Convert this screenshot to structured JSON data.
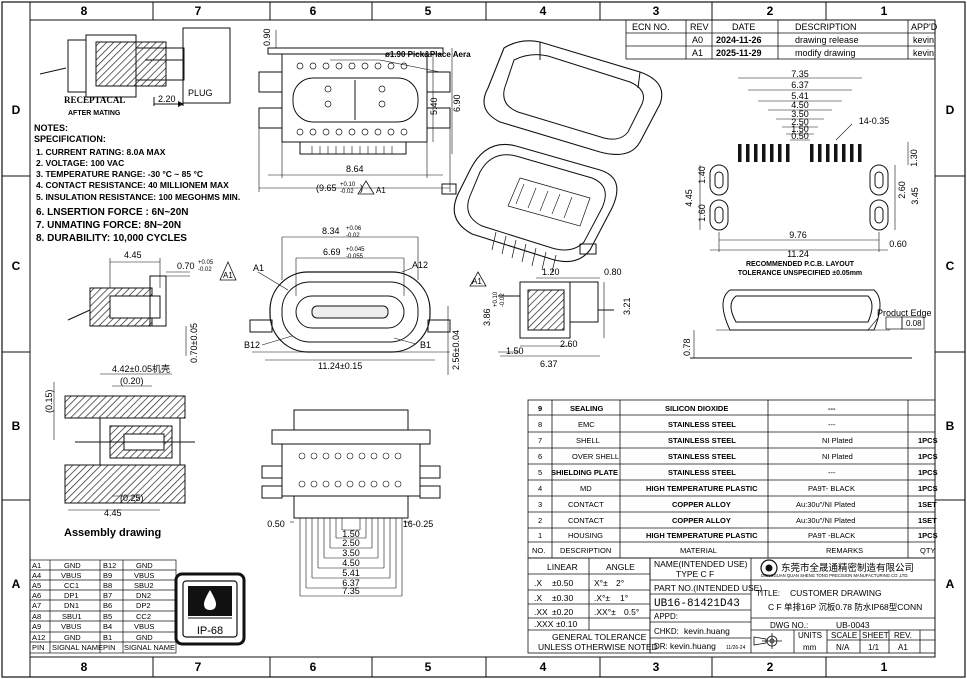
{
  "frame": {
    "cols": [
      "8",
      "7",
      "6",
      "5",
      "4",
      "3",
      "2",
      "1"
    ],
    "rows": [
      "D",
      "C",
      "B",
      "A"
    ]
  },
  "revisions": {
    "headers": [
      "ECN NO.",
      "REV",
      "DATE",
      "DESCRIPTION",
      "APP'D"
    ],
    "rows": [
      {
        "ecn": "",
        "rev": "A0",
        "date": "2024-11-26",
        "desc": "drawing release",
        "app": "kevin"
      },
      {
        "ecn": "",
        "rev": "A1",
        "date": "2025-11-29",
        "desc": "modify drawing",
        "app": "kevin"
      }
    ]
  },
  "mating": {
    "receptacal": "RECEPTACAL",
    "after": "AFTER MATING",
    "plug": "PLUG",
    "dim": "2.20"
  },
  "notes": {
    "title": "NOTES:",
    "spec": "SPECIFICATION:",
    "items": [
      "1. CURRENT RATING: 8.0A MAX",
      "2. VOLTAGE: 100 VAC",
      "3. TEMPERATURE RANGE: -30 °C ~ 85 °C",
      "4. CONTACT RESISTANCE: 40 MILLIONEM MAX",
      "5. INSULATION RESISTANCE: 100 MEGOHMS MIN.",
      "6. LNSERTION FORCE : 6N~20N",
      "7. UNMATING FORCE: 8N~20N",
      "8. DURABILITY:   10,000 CYCLES"
    ]
  },
  "top_view": {
    "d090": "0.90",
    "pick": "ø1.90 Pick&Place Aera",
    "d540": "5.40",
    "d690": "6.90",
    "d864": "8.64",
    "d965": "(9.65",
    "tol_up": "+0.10",
    "tol_dn": "-0.02",
    "close": ")",
    "datum": "A1"
  },
  "front_view": {
    "w834": "8.34",
    "w834_up": "+0.06",
    "w834_dn": "-0.02",
    "w669": "6.69",
    "w669_up": "+0.045",
    "w669_dn": "-0.055",
    "a1": "A1",
    "a12": "A12",
    "b12": "B12",
    "b1": "B1",
    "w1124": "11.24±0.15",
    "h256": "2.56±0.04",
    "h070": "0.70±0.05",
    "a1tri": "A1",
    "d070": "0.70",
    "d070_up": "+0.05",
    "d070_dn": "-0.02"
  },
  "side_view": {
    "d445": "4.45"
  },
  "assembly": {
    "d442": "4.42±0.05机壳",
    "d020": "(0.20)",
    "d015": "(0.15)",
    "d025": "(0.25)",
    "d445": "4.45",
    "caption": "Assembly drawing"
  },
  "right_side": {
    "d386": "3.86",
    "d386_up": "+0.10",
    "d386_dn": "-0.02",
    "a1tri": "A1",
    "d120": "1.20",
    "d080": "0.80",
    "d321": "3.21",
    "d150": "1.50",
    "d260": "2.60",
    "d637": "6.37"
  },
  "pcb": {
    "dims": [
      "7.35",
      "6.37",
      "5.41",
      "4.50",
      "3.50",
      "2.50",
      "1.50",
      "0.50"
    ],
    "pins": "14-0.35",
    "d130": "1.30",
    "d140": "1.40",
    "d160": "1.60",
    "d445": "4.45",
    "d260": "2.60",
    "d345": "3.45",
    "d976": "9.76",
    "d1124": "11.24",
    "d060": "0.60",
    "layout": "RECOMMENDED P.C.B. LAYOUT",
    "tol": "TOLERANCE UNSPECIFIED ±0.05mm"
  },
  "product_edge": {
    "label": "Product Edge",
    "tol": "0.08",
    "d078": "0.78"
  },
  "bottom_view": {
    "dims": [
      "1.50",
      "2.50",
      "3.50",
      "4.50",
      "5.41",
      "6.37",
      "7.35"
    ],
    "d050": "0.50",
    "pins": "16-0.25"
  },
  "bom": {
    "rows": [
      {
        "no": "9",
        "desc": "SEALING",
        "mat": "SILICON DIOXIDE",
        "rem": "---",
        "qty": ""
      },
      {
        "no": "8",
        "desc": "EMC",
        "mat": "STAINLESS STEEL",
        "rem": "---",
        "qty": ""
      },
      {
        "no": "7",
        "desc": "SHELL",
        "mat": "STAINLESS STEEL",
        "rem": "NI Plated",
        "qty": "1PCS"
      },
      {
        "no": "6",
        "desc": "OVER SHELL",
        "mat": "STAINLESS STEEL",
        "rem": "NI Plated",
        "qty": "1PCS"
      },
      {
        "no": "5",
        "desc": "SHIELDING PLATE",
        "mat": "STAINLESS STEEL",
        "rem": "---",
        "qty": "1PCS"
      },
      {
        "no": "4",
        "desc": "MD",
        "mat": "HIGH TEMPERATURE PLASTIC",
        "rem": "PA9T- BLACK",
        "qty": "1PCS"
      },
      {
        "no": "3",
        "desc": "CONTACT",
        "mat": "COPPER ALLOY",
        "rem": "Au:30u\"/NI Plated",
        "qty": "1SET"
      },
      {
        "no": "2",
        "desc": "CONTACT",
        "mat": "COPPER ALLOY",
        "rem": "Au:30u\"/NI Plated",
        "qty": "1SET"
      },
      {
        "no": "1",
        "desc": "HOUSING",
        "mat": "HIGH TEMPERATURE PLASTIC",
        "rem": "PA9T -BLACK",
        "qty": "1PCS"
      }
    ],
    "header": {
      "no": "NO.",
      "desc": "DESCRIPTION",
      "mat": "MATERIAL",
      "rem": "REMARKS",
      "qty": "QTY"
    }
  },
  "tolerance": {
    "linear": "LINEAR",
    "angle": "ANGLE",
    "rows": [
      {
        "l": ".X",
        "lv": "±0.50",
        "a": "X°±",
        "av": "2°"
      },
      {
        "l": ".X",
        "lv": "±0.30",
        "a": ".X°±",
        "av": "1°"
      },
      {
        "l": ".XX",
        "lv": "±0.20",
        "a": ".XX°±",
        "av": "0.5°"
      },
      {
        "l": ".XXX",
        "lv": "±0.10",
        "a": "",
        "av": ""
      }
    ],
    "general": "GENERAL TOLERANCE",
    "unless": "UNLESS OTHERWISE NOTED"
  },
  "title_block": {
    "name_lbl": "NAME(INTENDED USE)",
    "type": "TYPE C F",
    "part_lbl": "PART NO.(INTENDED USE)",
    "part": "UB16-81421D43",
    "appd": "APPD:",
    "chkd": "CHKD:",
    "chkd_v": "kevin.huang",
    "dr": "DR:",
    "dr_v": "kevin.huang",
    "dr_date": "11/26-24",
    "company_cn": "东莞市全晟通精密制造有限公司",
    "company_en": "DONGGUAN QUAN SHENG TONG PRECISION MANUFACTURING CO.,LTD.",
    "title_lbl": "TITLE:",
    "title": "CUSTOMER DRAWING",
    "title_cn": "C F 单排16P 沉板0.78 防水IP68型CONN",
    "dwg_lbl": "DWG NO.:",
    "dwg": "UB-0043",
    "units_lbl": "UNITS",
    "units": "mm",
    "scale_lbl": "SCALE",
    "scale": "N/A",
    "sheet_lbl": "SHEET",
    "sheet": "1/1",
    "rev_lbl": "REV.",
    "rev": "A1"
  },
  "pin_table": {
    "rows": [
      [
        "A1",
        "GND",
        "B12",
        "GND"
      ],
      [
        "A4",
        "VBUS",
        "B9",
        "VBUS"
      ],
      [
        "A5",
        "CC1",
        "B8",
        "SBU2"
      ],
      [
        "A6",
        "DP1",
        "B7",
        "DN2"
      ],
      [
        "A7",
        "DN1",
        "B6",
        "DP2"
      ],
      [
        "A8",
        "SBU1",
        "B5",
        "CC2"
      ],
      [
        "A9",
        "VBUS",
        "B4",
        "VBUS"
      ],
      [
        "A12",
        "GND",
        "B1",
        "GND"
      ]
    ],
    "header": [
      "PIN",
      "SIGNAL NAME",
      "PIN",
      "SIGNAL NAME"
    ]
  },
  "ip": {
    "label": "IP-68"
  }
}
